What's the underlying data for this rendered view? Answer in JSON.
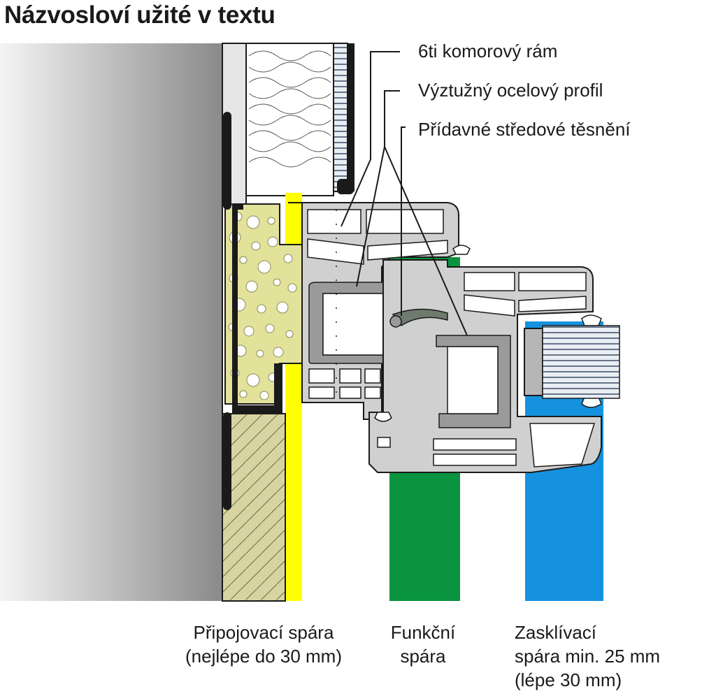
{
  "title": "Názvosloví užité v textu",
  "callouts": {
    "frame": "6ti komorový rám",
    "steel": "Výztužný ocelový profil",
    "seal": "Přídavné středové těsnění"
  },
  "zones": {
    "connection": {
      "line1": "Připojovací spára",
      "line2": "(nejlépe do 30 mm)"
    },
    "functional": {
      "line1": "Funkční",
      "line2": "spára"
    },
    "glazing": {
      "line1": "Zasklívací",
      "line2": "spára min. 25 mm",
      "line3": "(lépe 30 mm)"
    }
  },
  "colors": {
    "wall_light": "#f2f2f2",
    "wall_dark": "#8c8c8c",
    "foam": "#e3e29a",
    "plaster": "#d8d4a2",
    "yellow": "#ffff00",
    "green": "#0a9440",
    "blue": "#1592df",
    "profile": "#d0d0d0",
    "black": "#1a1a1a"
  }
}
